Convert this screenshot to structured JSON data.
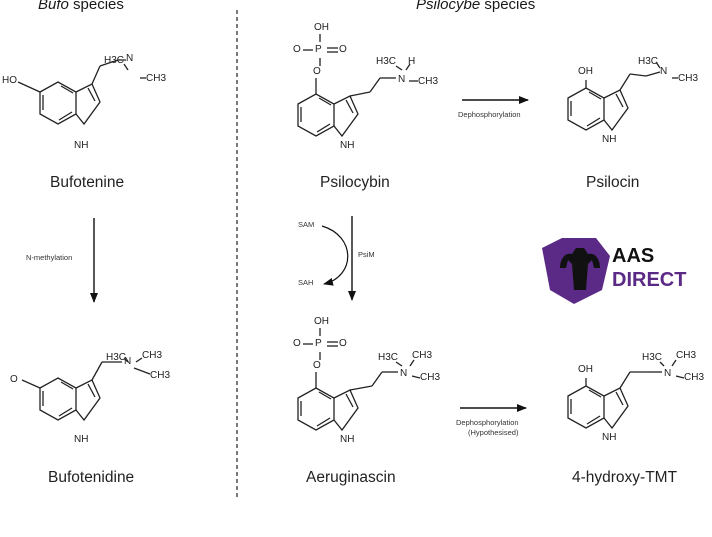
{
  "headers": {
    "left_species": "Bufo",
    "left_suffix": " species",
    "right_species": "Psilocybe",
    "right_suffix": " species"
  },
  "compounds": {
    "bufotenine": "Bufotenine",
    "bufotenidine": "Bufotenidine",
    "psilocybin": "Psilocybin",
    "psilocin": "Psilocin",
    "aeruginascin": "Aeruginascin",
    "hydroxy_tmt": "4-hydroxy-TMT"
  },
  "reactions": {
    "n_methylation": "N-methylation",
    "dephosphorylation": "Dephosphorylation",
    "dephosphorylation_hyp_1": "Dephosphorylation",
    "dephosphorylation_hyp_2": "(Hypothesised)",
    "sam": "SAM",
    "sah": "SAH",
    "enzyme": "PsiM"
  },
  "atoms": {
    "ho": "HO",
    "oh": "OH",
    "o_minus": "O",
    "nh": "NH",
    "n": "N",
    "h": "H",
    "h3c": "H3C",
    "ch3": "CH3",
    "p": "P",
    "o": "O"
  },
  "logo": {
    "line1": "AAS",
    "line2": "DIRECT",
    "color": "#5b2a86"
  }
}
